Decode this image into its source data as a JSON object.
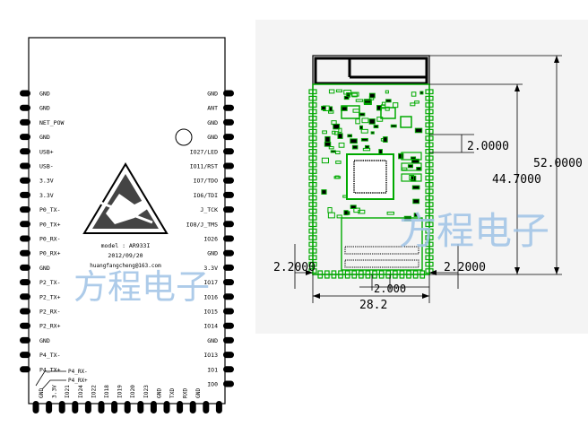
{
  "module": {
    "model": "model : AR933I",
    "date": "2012/09/20",
    "email": "huangfangcheng@163.com"
  },
  "left_pins": [
    "GND",
    "GND",
    "NET_POW",
    "GND",
    "USB+",
    "USB-",
    "3.3V",
    "3.3V",
    "P0_TX-",
    "P0_TX+",
    "P0_RX-",
    "P0_RX+",
    "GND",
    "P2_TX-",
    "P2_TX+",
    "P2_RX-",
    "P2_RX+",
    "GND",
    "P4_TX-",
    "P4_TX+"
  ],
  "p4_rx_labels": [
    "P4_RX-",
    "P4_RX+"
  ],
  "right_pins": [
    "GND",
    "ANT",
    "GND",
    "GND",
    "IO27/LED",
    "IO11/RST",
    "IO7/TDO",
    "IO6/TDI",
    "J_TCK",
    "IO8/J_TMS",
    "IO26",
    "GND",
    "3.3V",
    "IO17",
    "IO16",
    "IO15",
    "IO14",
    "GND",
    "IO13",
    "IO1",
    "IO0"
  ],
  "bottom_pins": [
    "GND",
    "3.3V",
    "IO21",
    "IO24",
    "IO22",
    "IO18",
    "IO19",
    "IO20",
    "IO23",
    "GND",
    "TXD",
    "RXD",
    "GND"
  ],
  "dimensions": {
    "width": "28.2",
    "height": "52.0000",
    "inner_height": "44.7000",
    "top_offset": "2.0000",
    "left_margin": "2.2000",
    "right_margin": "2.2000",
    "bottom_pitch": "2.000"
  },
  "watermark": "方程电子",
  "colors": {
    "outline": "#000000",
    "pcb": "#00aa00",
    "watermark": "#9fc3e6"
  }
}
